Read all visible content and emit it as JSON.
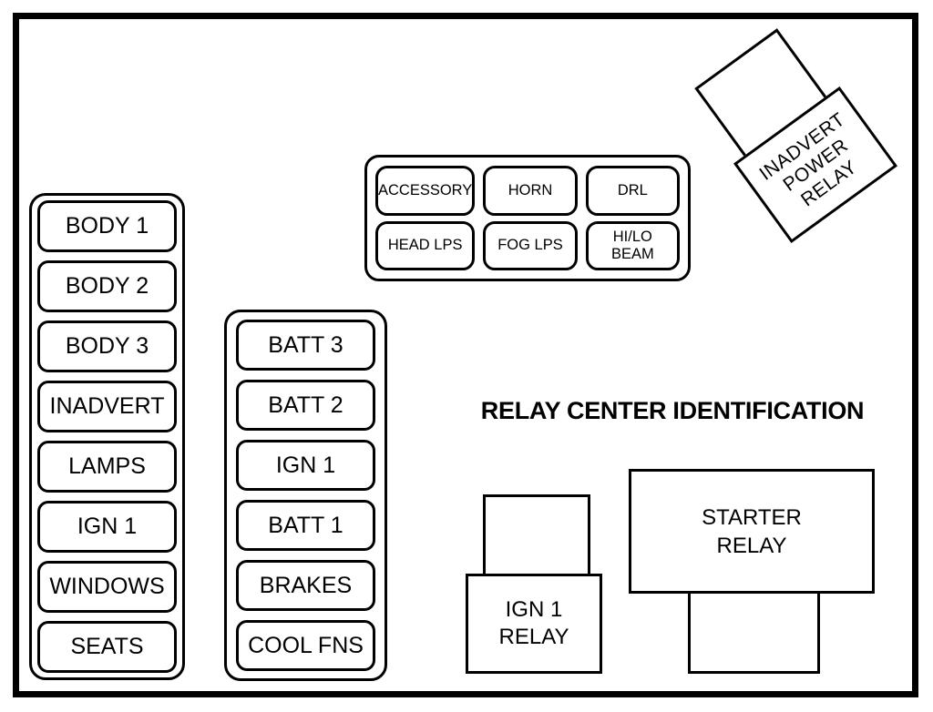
{
  "title": "RELAY CENTER IDENTIFICATION",
  "left_fuse_column": {
    "fuses": [
      "BODY 1",
      "BODY 2",
      "BODY 3",
      "INADVERT",
      "LAMPS",
      "IGN 1",
      "WINDOWS",
      "SEATS"
    ]
  },
  "center_fuse_column": {
    "fuses": [
      "BATT 3",
      "BATT 2",
      "IGN 1",
      "BATT 1",
      "BRAKES",
      "COOL FNS"
    ]
  },
  "relay_grid": {
    "cells": [
      "ACCESSORY",
      "HORN",
      "DRL",
      "HEAD LPS",
      "FOG LPS",
      "HI/LO\nBEAM"
    ]
  },
  "inadvert_power_relay": {
    "label": "INADVERT\nPOWER\nRELAY"
  },
  "ign1_relay": {
    "label": "IGN 1\nRELAY"
  },
  "starter_relay": {
    "label": "STARTER\nRELAY"
  },
  "colors": {
    "line": "#000000",
    "background": "#ffffff"
  }
}
